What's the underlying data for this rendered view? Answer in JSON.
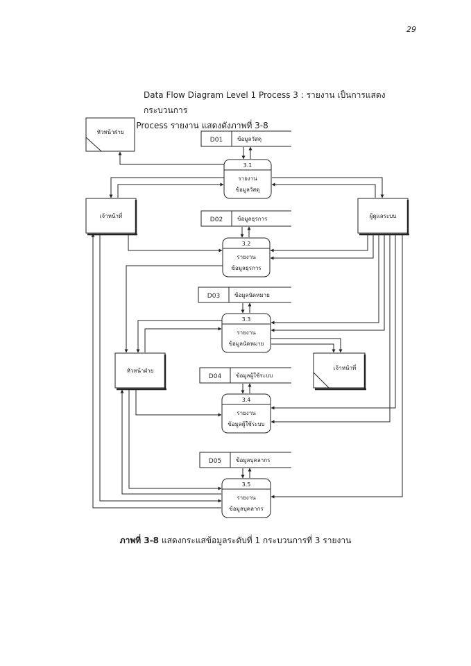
{
  "page_number": "29",
  "intro": {
    "line1": "Data Flow Diagram Level 1 Process 3 : รายงาน เป็นการแสดงกระบวนการ",
    "line2": "ย่อยของ Process รายงาน แสดงดังภาพที่ 3-8"
  },
  "entities": {
    "head_top": "หัวหน้าฝ่าย",
    "staff_left": "เจ้าหน้าที่",
    "admin": "ผู้ดูแลระบบ",
    "head_mid": "หัวหน้าฝ่าย",
    "staff_right": "เจ้าหน้าที่"
  },
  "stores": [
    {
      "id": "D01",
      "name": "ข้อมูลวัสดุ"
    },
    {
      "id": "D02",
      "name": "ข้อมูลธุรการ"
    },
    {
      "id": "D03",
      "name": "ข้อมูลนัดหมาย"
    },
    {
      "id": "D04",
      "name": "ข้อมูลผู้ใช้ระบบ"
    },
    {
      "id": "D05",
      "name": "ข้อมูลบุคลากร"
    }
  ],
  "processes": [
    {
      "num": "3.1",
      "line1": "รายงาน",
      "line2": "ข้อมูลวัสดุ"
    },
    {
      "num": "3.2",
      "line1": "รายงาน",
      "line2": "ข้อมูลธุรการ"
    },
    {
      "num": "3.3",
      "line1": "รายงาน",
      "line2": "ข้อมูลนัดหมาย"
    },
    {
      "num": "3.4",
      "line1": "รายงาน",
      "line2": "ข้อมูลผู้ใช้ระบบ"
    },
    {
      "num": "3.5",
      "line1": "รายงาน",
      "line2": "ข้อมูลบุคลากร"
    }
  ],
  "caption": {
    "label": "ภาพที่  3-8",
    "text": " แสดงกระแสข้อมูลระดับที่ 1 กระบวนการที่ 3 รายงาน"
  }
}
